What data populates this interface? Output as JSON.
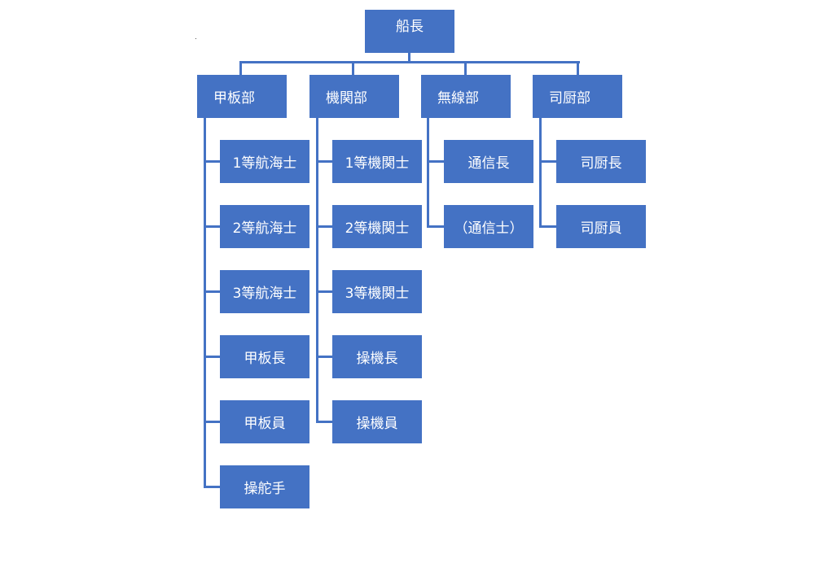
{
  "root": {
    "label": "船長"
  },
  "departments": [
    {
      "id": "deck",
      "label": "甲板部",
      "members": [
        "1等航海士",
        "2等航海士",
        "3等航海士",
        "甲板長",
        "甲板員",
        "操舵手"
      ]
    },
    {
      "id": "engine",
      "label": "機関部",
      "members": [
        "1等機関士",
        "2等機関士",
        "3等機関士",
        "操機長",
        "操機員"
      ]
    },
    {
      "id": "radio",
      "label": "無線部",
      "members": [
        "通信長",
        "（通信士）"
      ]
    },
    {
      "id": "galley",
      "label": "司厨部",
      "members": [
        "司厨長",
        "司厨員"
      ]
    }
  ],
  "colors": {
    "box_fill": "#4472c4",
    "connector": "#4472c4",
    "text": "#ffffff",
    "background": "#ffffff"
  }
}
